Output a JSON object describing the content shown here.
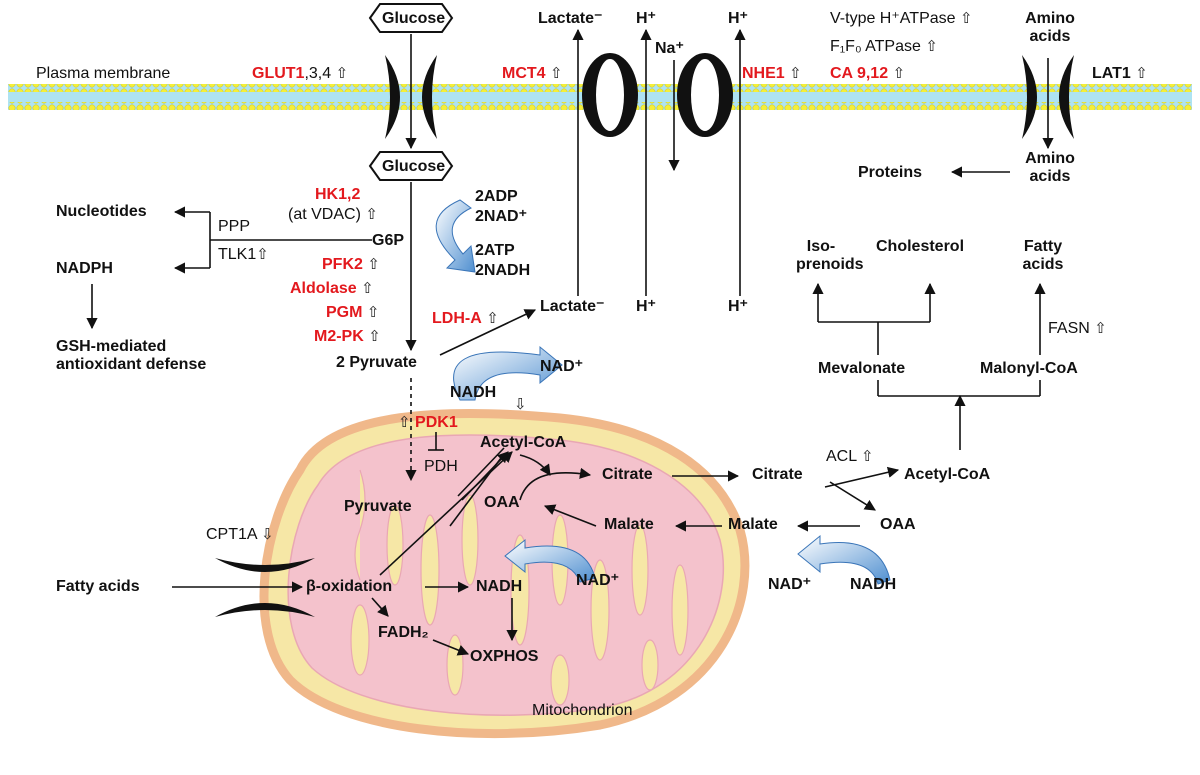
{
  "membrane": {
    "label": "Plasma membrane",
    "glut_red": "GLUT1",
    "glut_rest": ",3,4",
    "mct4": "MCT4",
    "nhe1": "NHE1",
    "ca": "CA 9,12",
    "lat1": "LAT1",
    "vtype": "V-type H⁺ATPase",
    "f1f0": "F₁F₀ ATPase"
  },
  "outside": {
    "glucose": "Glucose",
    "lactate": "Lactate⁻",
    "h1": "H⁺",
    "na": "Na⁺",
    "h2": "H⁺",
    "amino_acids": "Amino acids"
  },
  "glycolysis": {
    "glucose": "Glucose",
    "hk": "HK1,2",
    "vdac": "(at VDAC)",
    "g6p": "G6P",
    "pfk2": "PFK2",
    "aldolase": "Aldolase",
    "pgm": "PGM",
    "m2pk": "M2-PK",
    "pyruvate": "2 Pyruvate",
    "adp": "2ADP",
    "nad_in": "2NAD⁺",
    "atp": "2ATP",
    "nadh_out": "2NADH",
    "ldha": "LDH-A",
    "lactate": "Lactate⁻",
    "h_in1": "H⁺",
    "h_in2": "H⁺",
    "nadh": "NADH",
    "nad": "NAD⁺",
    "pdk1": "PDK1",
    "pdh": "PDH"
  },
  "ppp": {
    "nucleotides": "Nucleotides",
    "ppp": "PPP",
    "tlk1": "TLK1",
    "nadph": "NADPH",
    "gsh": "GSH-mediated antioxidant defense"
  },
  "amino": {
    "amino_acids": "Amino acids",
    "proteins": "Proteins"
  },
  "lipid": {
    "isoprenoids": "Iso- prenoids",
    "cholesterol": "Cholesterol",
    "fatty_acids": "Fatty acids",
    "fasn": "FASN",
    "mevalonate": "Mevalonate",
    "malonyl": "Malonyl-CoA",
    "acl": "ACL",
    "acetyl": "Acetyl-CoA",
    "citrate": "Citrate",
    "oaa": "OAA",
    "malate": "Malate",
    "nad": "NAD⁺",
    "nadh": "NADH"
  },
  "mito": {
    "pyruvate": "Pyruvate",
    "acetyl": "Acetyl-CoA",
    "citrate": "Citrate",
    "oaa": "OAA",
    "malate": "Malate",
    "beta_ox": "β-oxidation",
    "nadh": "NADH",
    "nad": "NAD⁺",
    "fadh": "FADH₂",
    "oxphos": "OXPHOS",
    "label": "Mitochondrion",
    "cpt1a": "CPT1A",
    "fatty_acids": "Fatty acids"
  },
  "symbols": {
    "up": "⇧",
    "down": "⇩"
  },
  "colors": {
    "regulated_red": "#e3191e",
    "mito_outer": "#f2c9a0",
    "mito_inner": "#f4c2cc",
    "membrane_blue": "#aee3f2",
    "membrane_yellow": "#f2ef3c",
    "curved_arrow": "#6aa3d8"
  }
}
